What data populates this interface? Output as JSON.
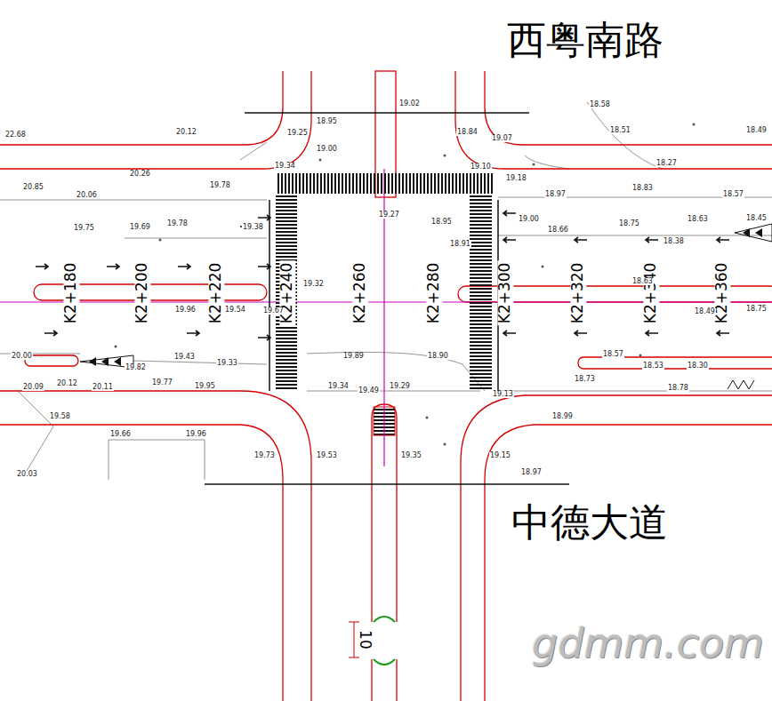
{
  "diagram": {
    "labels": [
      "西粤南路",
      "中德大道",
      "gdmm.com",
      "10",
      "K2+180",
      "K2+200",
      "K2+220",
      "K2+240",
      "K2+260",
      "K2+280",
      "K2+300",
      "K2+320",
      "K2+340",
      "K2+360",
      "22.68",
      "20.12",
      "20.26",
      "20.85",
      "20.06",
      "19.78",
      "19.75",
      "19.69",
      "19.78",
      "19.38",
      "19.25",
      "18.95",
      "19.02",
      "19.00",
      "19.34",
      "18.84",
      "19.07",
      "19.10",
      "18.58",
      "18.51",
      "18.27",
      "18.49",
      "19.18",
      "18.97",
      "18.83",
      "18.57",
      "18.45",
      "19.00",
      "18.66",
      "18.75",
      "18.63",
      "18.38",
      "19.27",
      "18.95",
      "18.91",
      "19.67",
      "19.32",
      "19.54",
      "19.96",
      "18.63",
      "18.49",
      "18.75",
      "19.89",
      "18.90",
      "19.33",
      "20.00",
      "19.43",
      "19.82",
      "19.77",
      "19.95",
      "20.12",
      "20.11",
      "20.09",
      "19.34",
      "19.49",
      "19.29",
      "19.13",
      "18.57",
      "18.53",
      "18.30",
      "18.73",
      "18.78",
      "18.99",
      "19.58",
      "19.66",
      "19.96",
      "19.73",
      "19.53",
      "19.35",
      "19.15",
      "18.97",
      "20.03"
    ]
  }
}
